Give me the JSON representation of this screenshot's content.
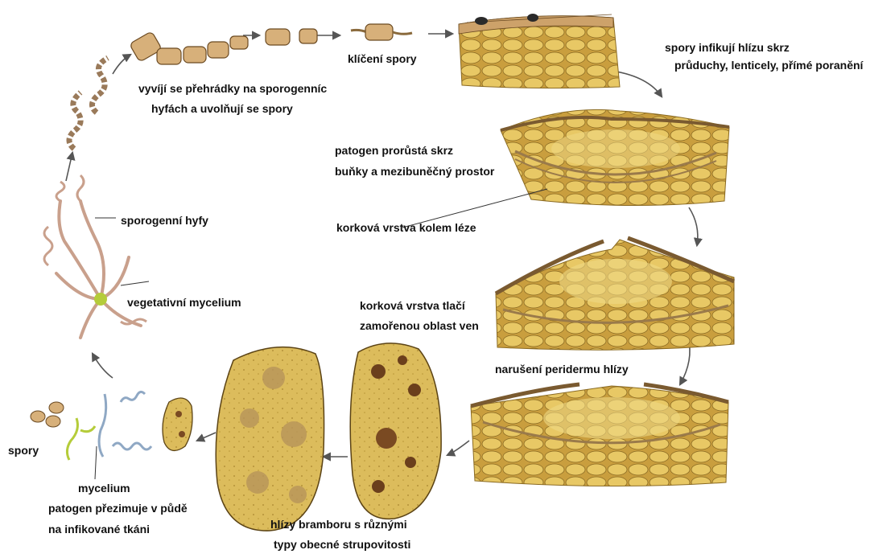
{
  "labels": {
    "spore_germination": "klíčení spory",
    "spore_infection_1": "spory infikují hlízu skrz",
    "spore_infection_2": "průduchy, lenticely, přímé poranění",
    "septa_1": "vyvíjí se přehrádky na sporogenníc",
    "septa_2": "hyfách a uvolňují se spory",
    "pathogen_growth_1": "patogen prorůstá skrz",
    "pathogen_growth_2": "buňky a mezibuněčný prostor",
    "cork_layer": "korková vrstva kolem léze",
    "sporogenous_hyphae": "sporogenní hyfy",
    "vegetative_mycelium": "vegetativní mycelium",
    "cork_push_1": "korková vrstva tlačí",
    "cork_push_2": "zamořenou oblast ven",
    "periderm": "narušení peridermu hlízy",
    "spores": "spory",
    "mycelium": "mycelium",
    "overwinter_1": "patogen přezimuje v půdě",
    "overwinter_2": "na infikované tkáni",
    "tubers_1": "hlízy bramboru s různými",
    "tubers_2": "typy obecné strupovitosti"
  },
  "colors": {
    "cell_fill": "#e6c35e",
    "cell_stroke": "#8a6a22",
    "tuber_fill": "#d9b859",
    "lesion": "#6b3f1c",
    "hypha_green": "#b5cc3a",
    "hypha_pink": "#c9a08c",
    "hypha_blue": "#8fa8c4",
    "arrow": "#555555"
  }
}
